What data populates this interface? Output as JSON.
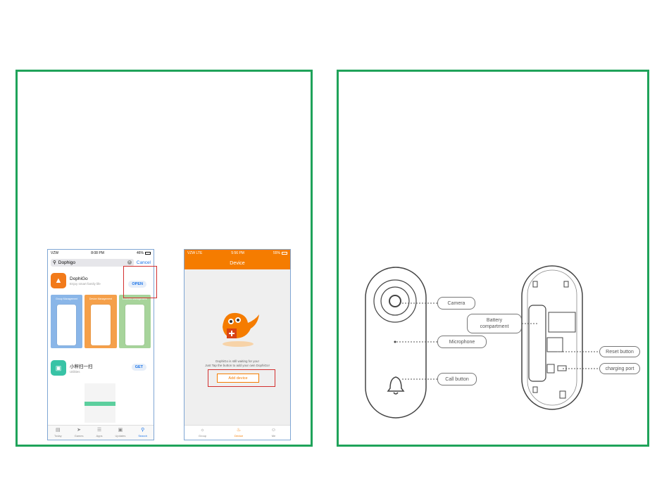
{
  "store": {
    "carrier": "VZW",
    "time": "8:08 PM",
    "battery": "46%",
    "search_value": "Dophigo",
    "cancel_label": "Cancel",
    "apps": [
      {
        "name": "DophiGo",
        "subtitle": "Enjoy smart family life",
        "action": "OPEN"
      },
      {
        "name": "小秤扫一扫",
        "subtitle": "Utilities",
        "action": "GET"
      }
    ],
    "screenshots": [
      {
        "title": "Group Management",
        "color": "#8ab6e8"
      },
      {
        "title": "Device Management",
        "color": "#f5a04a"
      },
      {
        "title": "Doorbell Management",
        "color": "#a7d49b"
      }
    ],
    "tabs": [
      "Today",
      "Games",
      "Apps",
      "Updates",
      "Search"
    ]
  },
  "device": {
    "carrier": "VZW",
    "network": "LTE",
    "time": "5:56 PM",
    "battery": "55%",
    "title": "Device",
    "wait_line1": "DophiGo is still waiting for you!",
    "wait_line2": "Just Tap the button to add your own DophiGo!",
    "add_label": "Add device",
    "tabs": [
      "Group",
      "Device",
      "Me"
    ]
  },
  "diagram": {
    "front_labels": [
      "Camera",
      "Microphone",
      "Call button"
    ],
    "back_labels": [
      "Battery compartment",
      "Reset button",
      "charging port"
    ]
  },
  "colors": {
    "frame": "#1fa35a",
    "brand": "#f57c00",
    "highlight": "#d32f2f",
    "ios_blue": "#1a73e8"
  }
}
